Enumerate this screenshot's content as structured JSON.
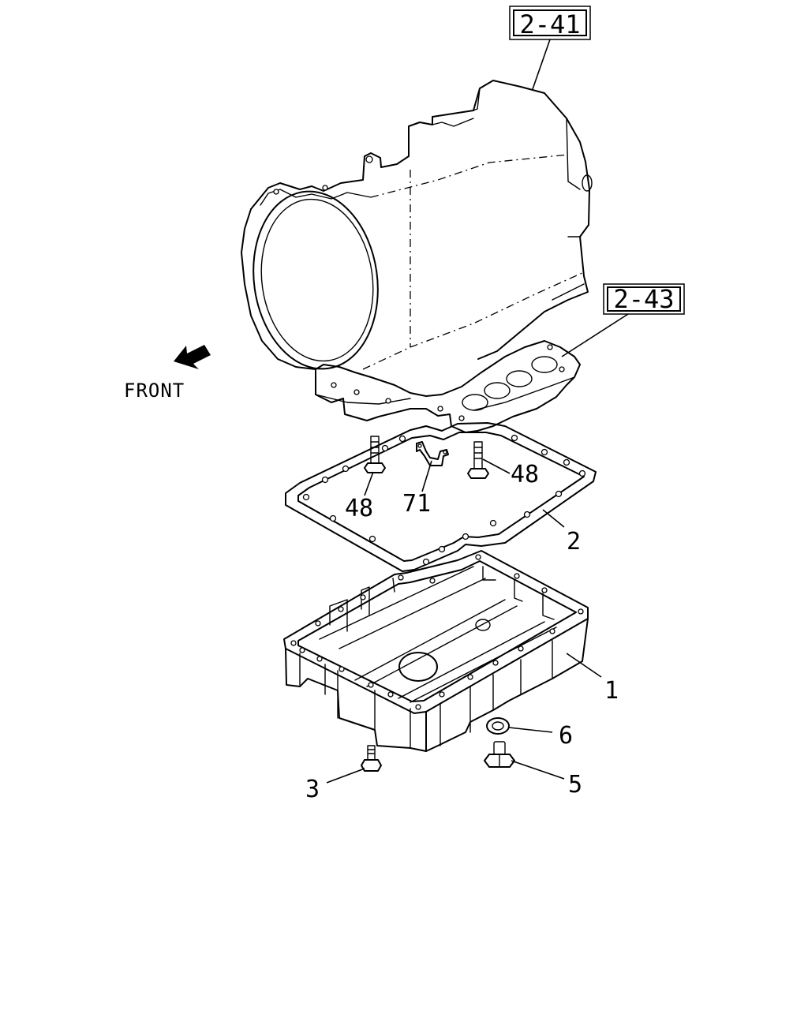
{
  "references": {
    "transmission": "2-41",
    "control_valve": "2-43"
  },
  "direction": "FRONT",
  "callouts": {
    "oil_pan": "1",
    "gasket": "2",
    "pan_bolt": "3",
    "drain_plug": "5",
    "drain_washer": "6",
    "bolt_left": "48",
    "bolt_right": "48",
    "bracket": "71"
  },
  "icons": {
    "front_arrow": "front-arrow-icon"
  }
}
